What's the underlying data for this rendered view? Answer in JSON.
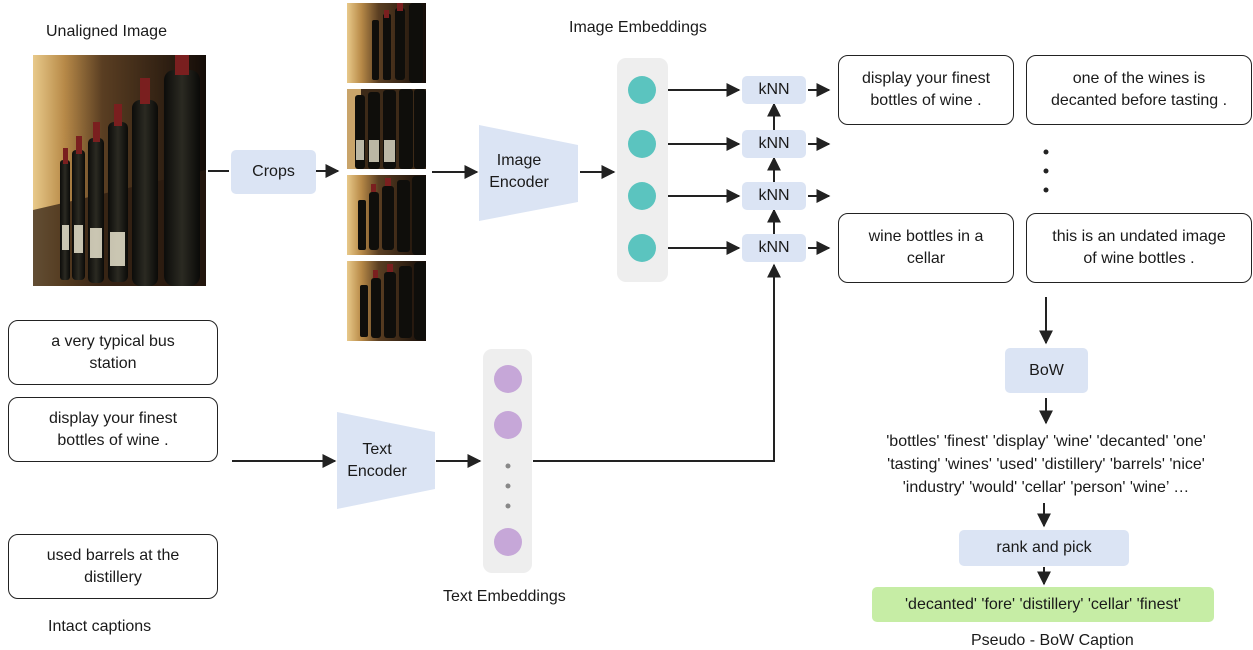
{
  "labels": {
    "unaligned_image": "Unaligned Image",
    "image_embeddings": "Image Embeddings",
    "text_embeddings": "Text Embeddings",
    "intact_captions": "Intact captions",
    "pseudo_caption": "Pseudo - BoW Caption"
  },
  "blocks": {
    "crops": "Crops",
    "image_encoder": "Image\nEncoder",
    "text_encoder": "Text\nEncoder",
    "knn": "kNN",
    "bow": "BoW",
    "rank_and_pick": "rank and pick"
  },
  "intact_captions": [
    "a very typical bus\nstation",
    "display your finest\nbottles of wine .",
    "used barrels at the\ndistillery"
  ],
  "retrieved_captions": {
    "top_left": "display your finest\nbottles of wine .",
    "top_right": "one of the wines is\ndecanted before tasting .",
    "bottom_left": "wine bottles in a\ncellar",
    "bottom_right": "this is an undated image\nof wine bottles ."
  },
  "bow_words": [
    "'bottles' 'finest' 'display' 'wine' 'decanted' 'one'",
    "'tasting' 'wines' 'used' 'distillery' 'barrels' 'nice'",
    "'industry' 'would' 'cellar' 'person' 'wine’ …"
  ],
  "pseudo_bow_caption": "'decanted' 'fore' 'distillery' 'cellar' 'finest'",
  "colors": {
    "image_embedding": "#5bc4bf",
    "text_embedding": "#c6a7d8",
    "block_fill": "#dbe4f4",
    "result_fill": "#c6eda5",
    "cellar_dark": "#1c1410",
    "cellar_light": "#e8c98a"
  }
}
